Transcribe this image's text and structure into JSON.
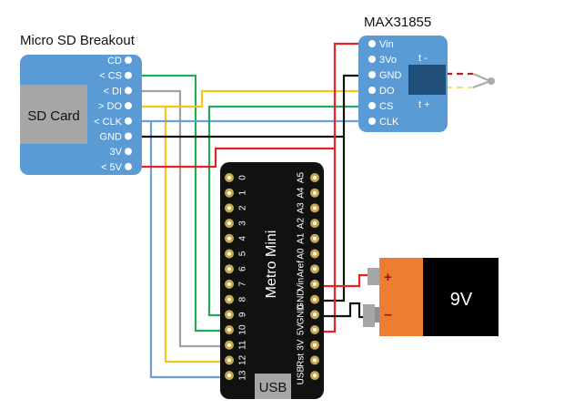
{
  "sd_breakout": {
    "title": "Micro SD Breakout",
    "card_label": "SD Card",
    "pins": [
      "CD",
      "< CS",
      "< DI",
      "> DO",
      "< CLK",
      "GND",
      "3V",
      "< 5V"
    ]
  },
  "max31855": {
    "title": "MAX31855",
    "pins": [
      "Vin",
      "3Vo",
      "GND",
      "DO",
      "CS",
      "CLK"
    ],
    "t_minus": "t -",
    "t_plus": "t +"
  },
  "metro_mini": {
    "title": "Metro Mini",
    "usb_label": "USB",
    "left_pins": [
      "0",
      "1",
      "2",
      "3",
      "4",
      "5",
      "6",
      "7",
      "8",
      "9",
      "10",
      "11",
      "12",
      "13"
    ],
    "right_pins": [
      "A5",
      "A4",
      "A3",
      "A2",
      "A1",
      "A0",
      "Aref",
      "Vin",
      "GND",
      "GND",
      "5V",
      "3V",
      "Rst",
      "USB"
    ]
  },
  "battery": {
    "label": "9V",
    "plus": "+",
    "minus": "–"
  },
  "colors": {
    "board_blue": "#5b9bd5",
    "board_black": "#111111",
    "pad_gold": "#c8a84a",
    "battery_orange": "#ed7d31",
    "wire_red": "#e8202a",
    "wire_black": "#111111",
    "wire_yellow": "#f5c518",
    "wire_green": "#22a95a",
    "wire_gray": "#a0a0a0",
    "wire_blue": "#6f9fd0",
    "chip_dark": "#1f4e79",
    "sdcard_gray": "#a6a6a6"
  }
}
